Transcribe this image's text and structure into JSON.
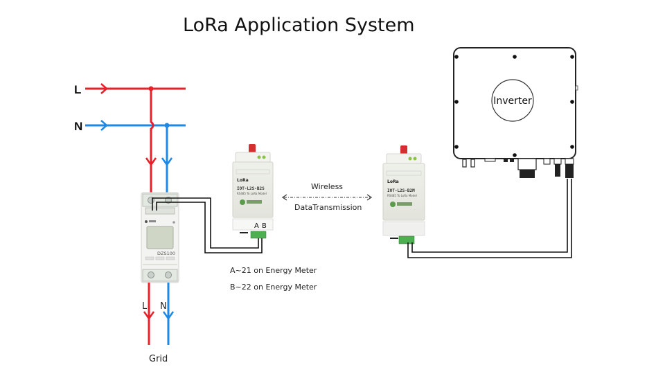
{
  "title": "LoRa Application System",
  "grid_input": {
    "line_label": "L",
    "neutral_label": "N",
    "line_color": "#e8202a",
    "neutral_color": "#1e88e5"
  },
  "grid_output": {
    "line_label": "L",
    "neutral_label": "N",
    "caption": "Grid"
  },
  "energy_meter": {
    "model": "DZS100"
  },
  "lora_module_left": {
    "brand": "LoRa",
    "model": "IOT-L2S-B2S",
    "subtitle": "RS485 To LoRa Model",
    "terminal_labels": [
      "A",
      "B"
    ]
  },
  "lora_module_right": {
    "brand": "LoRa",
    "model": "IOT-L2S-B2M",
    "subtitle": "RS485 To LoRa Model"
  },
  "wireless_link": {
    "label_top": "Wireless",
    "label_bottom": "DataTransmission"
  },
  "wiring_notes": [
    "A~21 on Energy Meter",
    "B~22 on Energy Meter"
  ],
  "inverter": {
    "label": "Inverter"
  },
  "colors": {
    "terminal_green": "#4caf50",
    "antenna_red": "#d32f2f",
    "wire_black": "#111111"
  }
}
